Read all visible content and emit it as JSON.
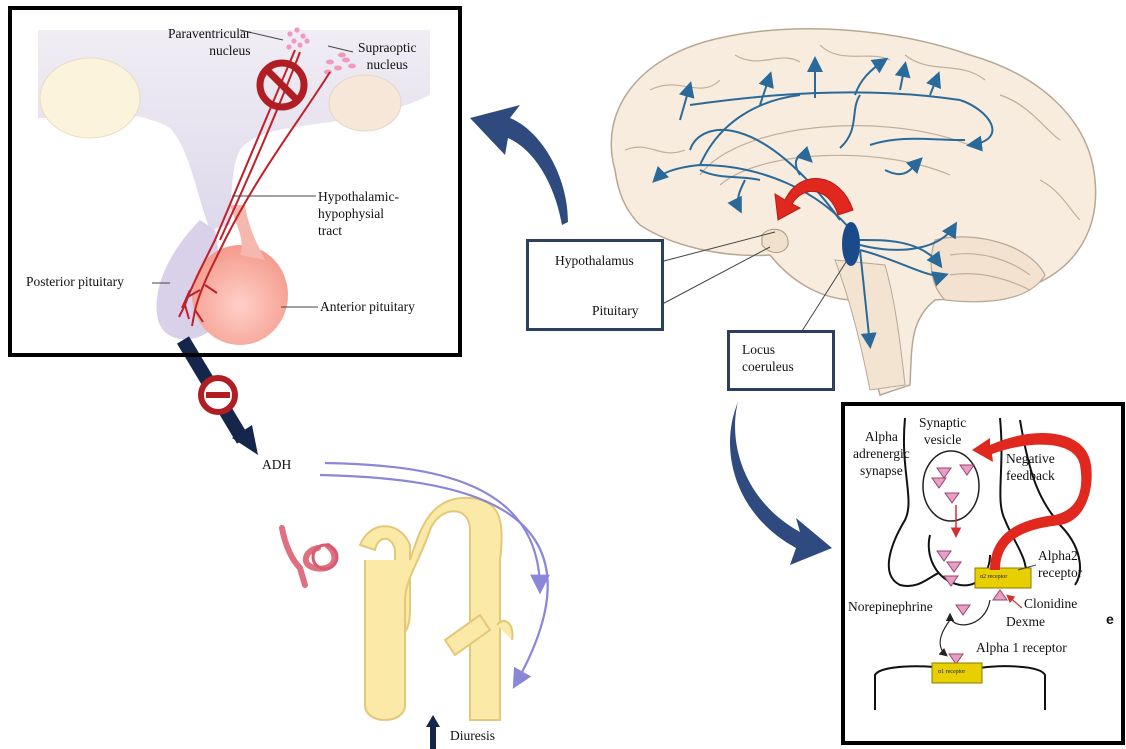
{
  "pituitary_panel": {
    "paraventricular": "Paraventricular\nnucleus",
    "supraoptic": "Supraoptic\nnucleus",
    "tract": "Hypothalamic-\nhypophysial\ntract",
    "posterior": "Posterior pituitary",
    "anterior": "Anterior pituitary"
  },
  "adh_label": "ADH",
  "diuresis_label": "Diuresis",
  "brain_panel": {
    "hypothalamus": "Hypothalamus",
    "pituitary": "Pituitary",
    "locus": "Locus\ncoeruleus"
  },
  "synapse_panel": {
    "synaptic_vesicle": "Synaptic\nvesicle",
    "alpha_synapse": "Alpha\nadrenergic\nsynapse",
    "negative_feedback": "Negative\nfeedback",
    "alpha2_receptor": "Alpha2\nreceptor",
    "alpha2_tag": "α2 receptor",
    "clonidine": "Clonidine",
    "dexme": "Dexme",
    "norepinephrine": "Norepinephrine",
    "alpha1_receptor": "Alpha 1 receptor",
    "alpha1_tag": "α1 receptor"
  },
  "stray_mark": "e",
  "colors": {
    "box_border": "#2c3f5f",
    "big_arrow": "#2e4a7e",
    "neuron_red": "#c0202a",
    "feedback_red": "#e0281e",
    "brain_fill": "#f7ecde",
    "brain_lines": "#2a6a9a",
    "kidney_fill": "#fbe9a8",
    "receptor_yellow": "#e8cf00",
    "ligand_pink": "#e6a0c8"
  }
}
